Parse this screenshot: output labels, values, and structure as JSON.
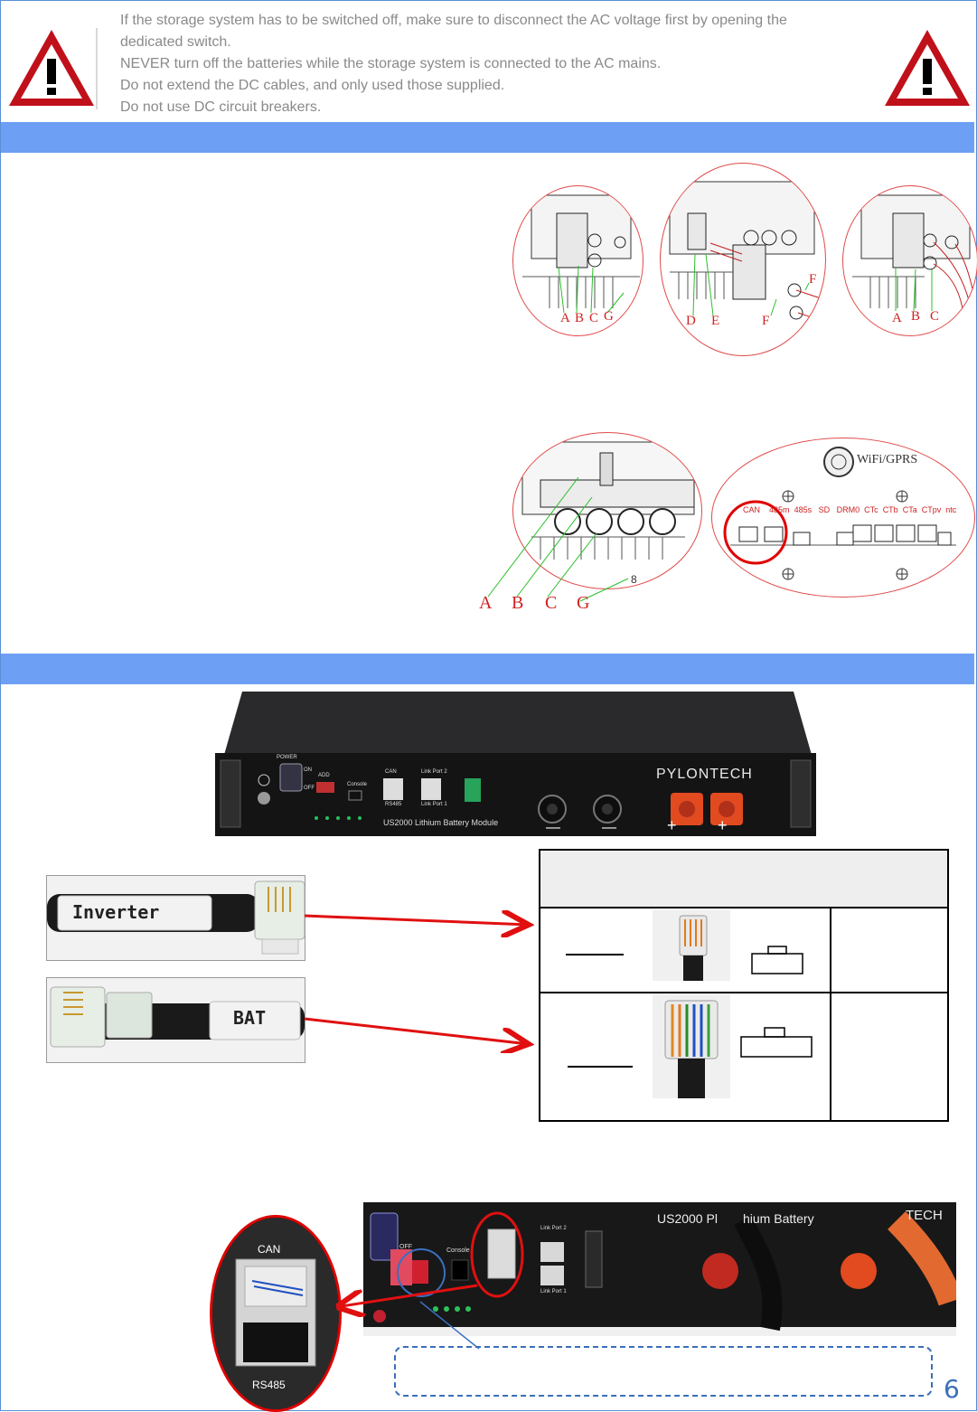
{
  "warning": {
    "lines": [
      "If the storage system has to be switched off, make sure to disconnect the AC voltage first by opening the",
      "dedicated switch.",
      "NEVER turn off the batteries while the storage system is connected to the AC mains.",
      "Do not extend the DC cables, and only used those supplied.",
      "Do not use DC circuit breakers."
    ]
  },
  "inverter_details": {
    "labels_photo1": [
      "A",
      "B",
      "C",
      "G"
    ],
    "labels_photo2": [
      "D",
      "E",
      "F",
      "F"
    ],
    "labels_photo3": [
      "A",
      "B",
      "C"
    ],
    "labels_photo4": [
      "A",
      "B",
      "C",
      "G"
    ],
    "port_board": {
      "wifi": "WiFi/GPRS",
      "ports": [
        "CAN",
        "485m",
        "485s",
        "SD",
        "DRM0",
        "CTc",
        "CTb",
        "CTa",
        "CTpv",
        "ntc"
      ]
    }
  },
  "battery": {
    "power_label": "POWER",
    "on_label": "ON",
    "off_label": "OFF",
    "addr_label": "ADD",
    "console_label": "Console",
    "can_label": "CAN",
    "rs485_label": "RS485",
    "link2_label": "Link Port 2",
    "link1_label": "Link Port 1",
    "brand": "PYLONTECH",
    "model": "US2000 Lithium Battery Module",
    "neg": "—",
    "pos": "+"
  },
  "cables": {
    "inverter_tag": "Inverter",
    "bat_tag": "BAT"
  },
  "closeup": {
    "can": "CAN",
    "rs485": "RS485",
    "model_text": "US2000 Pl",
    "model_text2": "hium Battery",
    "brand_frag": "TECH",
    "link2": "Link Port 2",
    "link1": "Link Port 1",
    "console": "Console",
    "off": "OFF"
  },
  "page_number": "6"
}
